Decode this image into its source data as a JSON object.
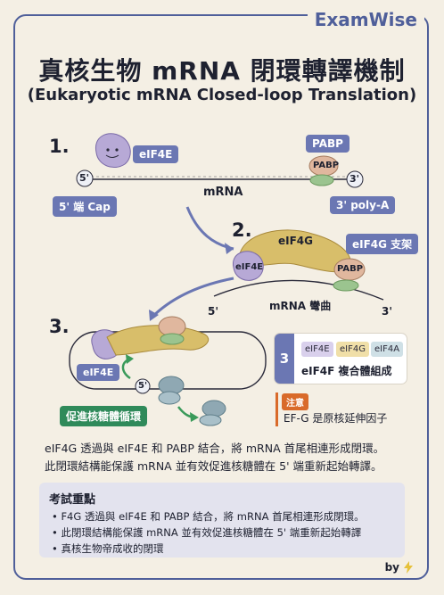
{
  "brand": "ExamWise",
  "title_zh": "真核生物 mRNA 閉環轉譯機制",
  "title_en": "(Eukaryotic mRNA Closed-loop Translation)",
  "steps": {
    "s1": {
      "num": "1.",
      "eif4e": "eIF4E",
      "pabp": "PABP",
      "pabp_blob": "PABP",
      "five": "5'",
      "three": "3'",
      "mrna": "mRNA",
      "cap": "5' 端 Cap",
      "polya": "3' poly-A"
    },
    "s2": {
      "num": "2.",
      "eif4g": "eIF4G",
      "eif4g_tag": "eIF4G 支架",
      "eif4e": "eIF4E",
      "pabp": "PABP",
      "five": "5'",
      "three": "3'",
      "mrna": "mRNA 彎曲"
    },
    "s3": {
      "num": "3.",
      "eif4e": "eIF4E",
      "five": "5'",
      "loop_label": "促進核糖體循環"
    }
  },
  "card": {
    "num": "3",
    "pills": [
      "eIF4E",
      "eIF4G",
      "eIF4A"
    ],
    "caption": "eIF4F 複合體組成"
  },
  "note": {
    "tag": "注意",
    "text": "EF-G 是原核延伸因子"
  },
  "description": [
    "eIF4G 透過與 eIF4E 和 PABP 結合，將 mRNA 首尾相連形成閉環。",
    "此閉環結構能保護 mRNA 並有效促進核糖體在 5' 端重新起始轉譯。"
  ],
  "exam": {
    "title": "考試重點",
    "items": [
      "• F4G 透過與 eIF4E 和 PABP 結合，將 mRNA 首尾相連形成閉環。",
      "• 此閉環結構能保護 mRNA 並有效促進核糖體在 5' 端重新起始轉譯",
      "• 真核生物帝成收的閉環"
    ]
  },
  "byline": "by",
  "colors": {
    "frame": "#4f5f9a",
    "chip": "#6b77b3",
    "eif4e": "#b7a9d6",
    "eif4g": "#d8be6a",
    "pabp": "#e0b79e",
    "polya": "#9bc48f",
    "ribosome": "#8fa8b3",
    "note": "#d96a2a"
  }
}
